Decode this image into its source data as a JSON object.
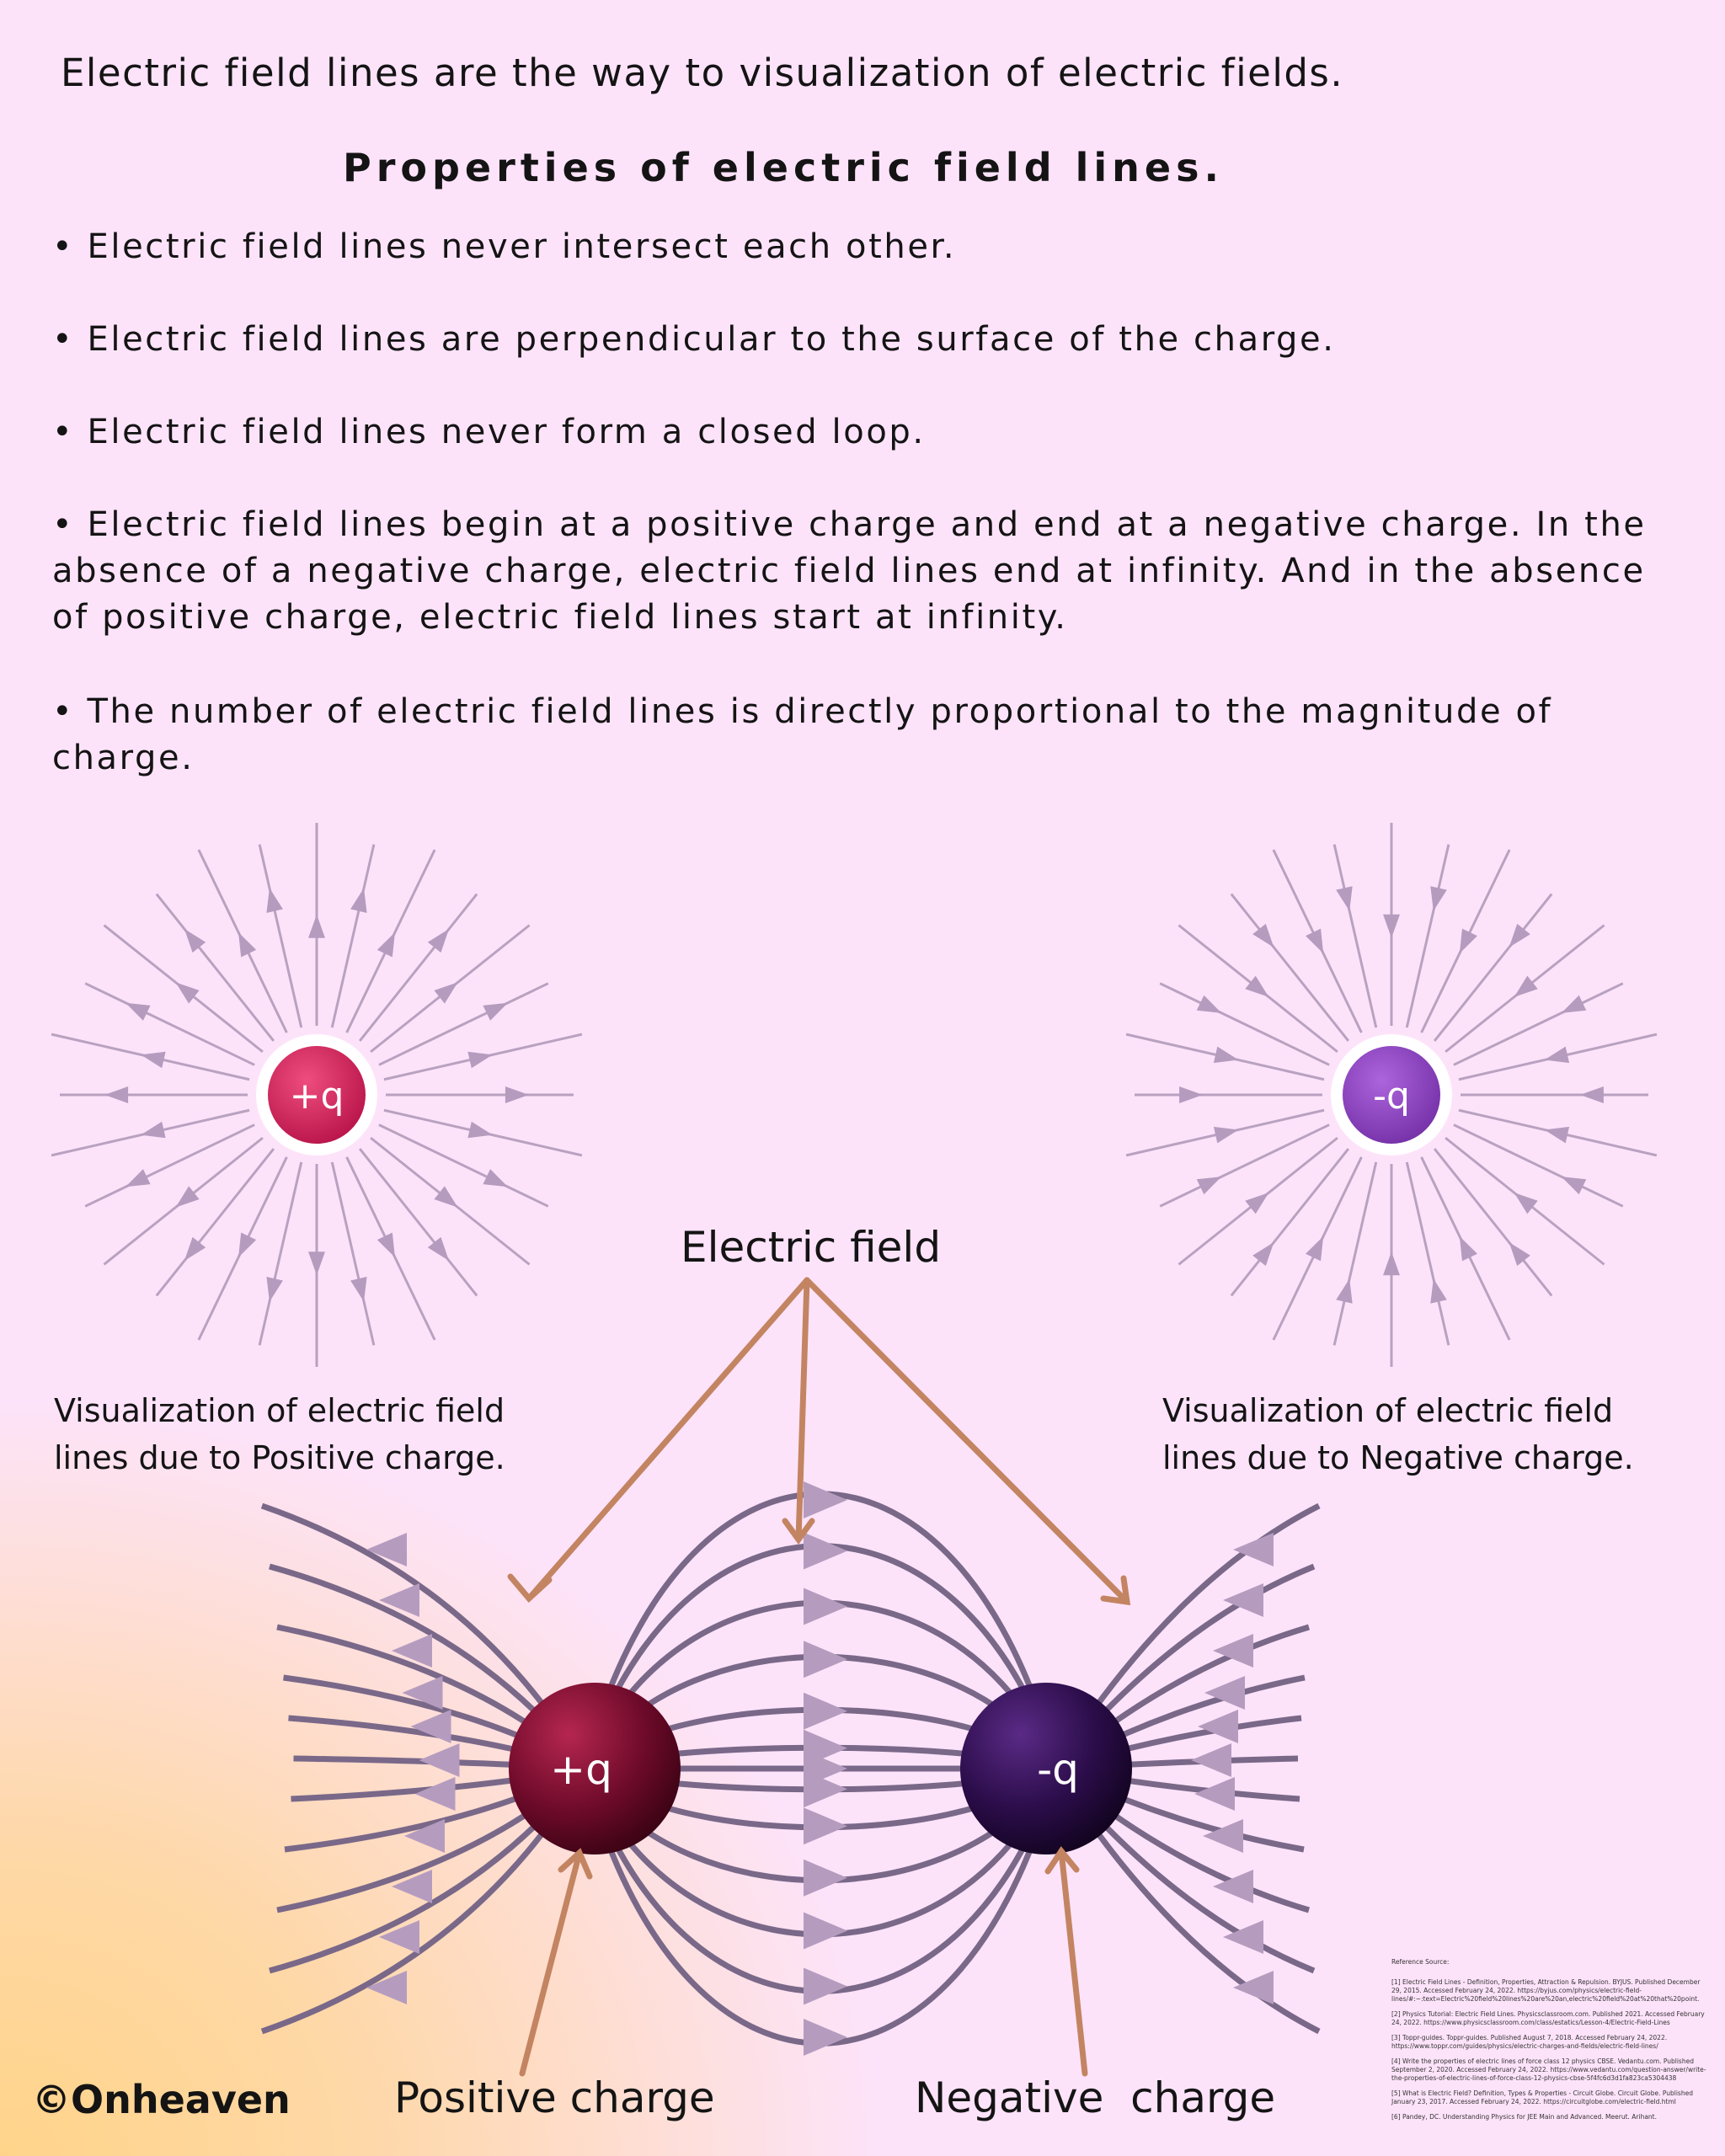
{
  "headline": "Electric field lines are the way to visualization of electric fields.",
  "subtitle": "Properties of electric field lines.",
  "properties": [
    "• Electric field lines never intersect each other.",
    "• Electric field lines are perpendicular to the surface of the charge.",
    "• Electric field lines never form a closed loop.",
    "• Electric field lines begin at a positive charge and end at a negative charge. In the absence of a negative charge, electric field lines end at infinity. And in the absence of positive charge, electric field lines start at infinity.",
    "• The number of electric field lines is directly proportional to the magnitude of charge."
  ],
  "positive_panel": {
    "charge_label": "+q",
    "caption_line1": "Visualization of electric field",
    "caption_line2": "lines due to Positive charge."
  },
  "negative_panel": {
    "charge_label": "-q",
    "caption_line1": "Visualization of electric field",
    "caption_line2": "lines due to Negative charge."
  },
  "dipole": {
    "field_label": "Electric field",
    "positive_charge_label": "+q",
    "negative_charge_label": "-q",
    "positive_caption": "Positive charge",
    "negative_caption": "Negative  charge"
  },
  "credit": "©Onheaven",
  "references": {
    "heading": "Reference Source:",
    "items": [
      "[1] Electric Field Lines - Definition, Properties, Attraction & Repulsion. BYJUS. Published December 29, 2015. Accessed February 24, 2022. https://byjus.com/physics/electric-field-lines/#:~:text=Electric%20field%20lines%20are%20an,electric%20field%20at%20that%20point.",
      "[2] Physics Tutorial: Electric Field Lines. Physicsclassroom.com. Published 2021. Accessed February 24, 2022. https://www.physicsclassroom.com/class/estatics/Lesson-4/Electric-Field-Lines",
      "[3] Toppr-guides. Toppr-guides. Published August 7, 2018. Accessed February 24, 2022. https://www.toppr.com/guides/physics/electric-charges-and-fields/electric-field-lines/",
      "[4] Write the properties of electric lines of force class 12 physics CBSE. Vedantu.com. Published September 2, 2020. Accessed February 24, 2022. https://www.vedantu.com/question-answer/write-the-properties-of-electric-lines-of-force-class-12-physics-cbse-5f4fc6d3d1fa823ca5304438",
      "[5] What is Electric Field? Definition, Types & Properties - Circuit Globe. Circuit Globe. Published January 23, 2017. Accessed February 24, 2022. https://circuitglobe.com/electric-field.html",
      "[6] Pandey, DC. Understanding Physics for JEE Main and Advanced. Meerut. Arihant."
    ]
  },
  "colors": {
    "background": "#fde3fa",
    "warm_glow": "#ffd48a",
    "field_line": "#b8a2c0",
    "arrow_head": "#b59cbf",
    "positive_charge": "#d41f5a",
    "negative_charge": "#8f3fc0",
    "dipole_positive": "#7a0b2e",
    "dipole_negative": "#2e0f4e",
    "dipole_line": "#7a6889",
    "pointer_arrow": "#c38462"
  }
}
